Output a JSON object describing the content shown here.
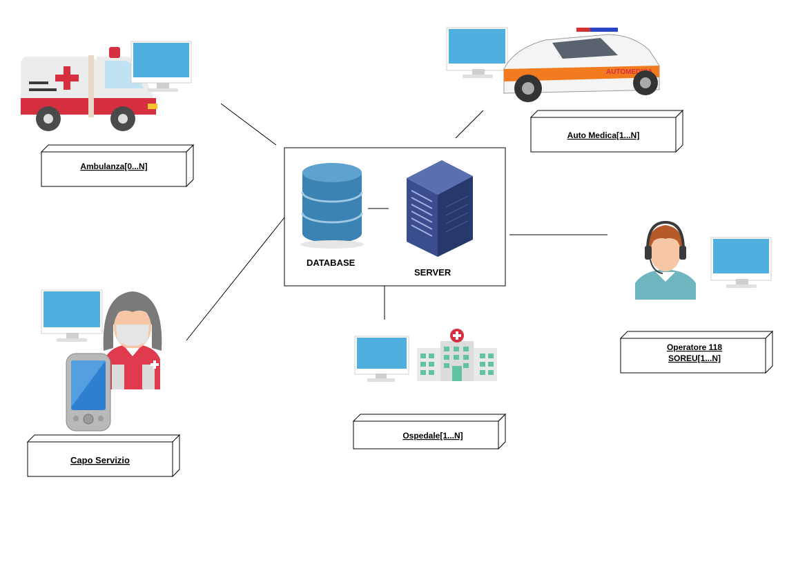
{
  "server_block": {
    "database_label": "DATABASE",
    "server_label": "SERVER"
  },
  "nodes": {
    "ambulanza": {
      "label": "Ambulanza[0...N]"
    },
    "auto_medica": {
      "label": "Auto Medica[1...N]",
      "vehicle_text": "AUTOMEDICA"
    },
    "operatore": {
      "label_line1": "Operatore 118",
      "label_line2": "SOREU[1...N]"
    },
    "ospedale": {
      "label": "Ospedale[1...N]"
    },
    "capo_servizio": {
      "label": "Capo Servizio"
    }
  },
  "colors": {
    "monitor_screen": "#4fb0df",
    "monitor_frame": "#ffffff",
    "database": "#3b83b3",
    "server": "#2e3f78",
    "ambulance_red": "#d63040",
    "auto_orange": "#f27b20",
    "hospital_green": "#62c3a0",
    "operator_shirt": "#6fb6c0",
    "operator_hair": "#b65a2a"
  }
}
